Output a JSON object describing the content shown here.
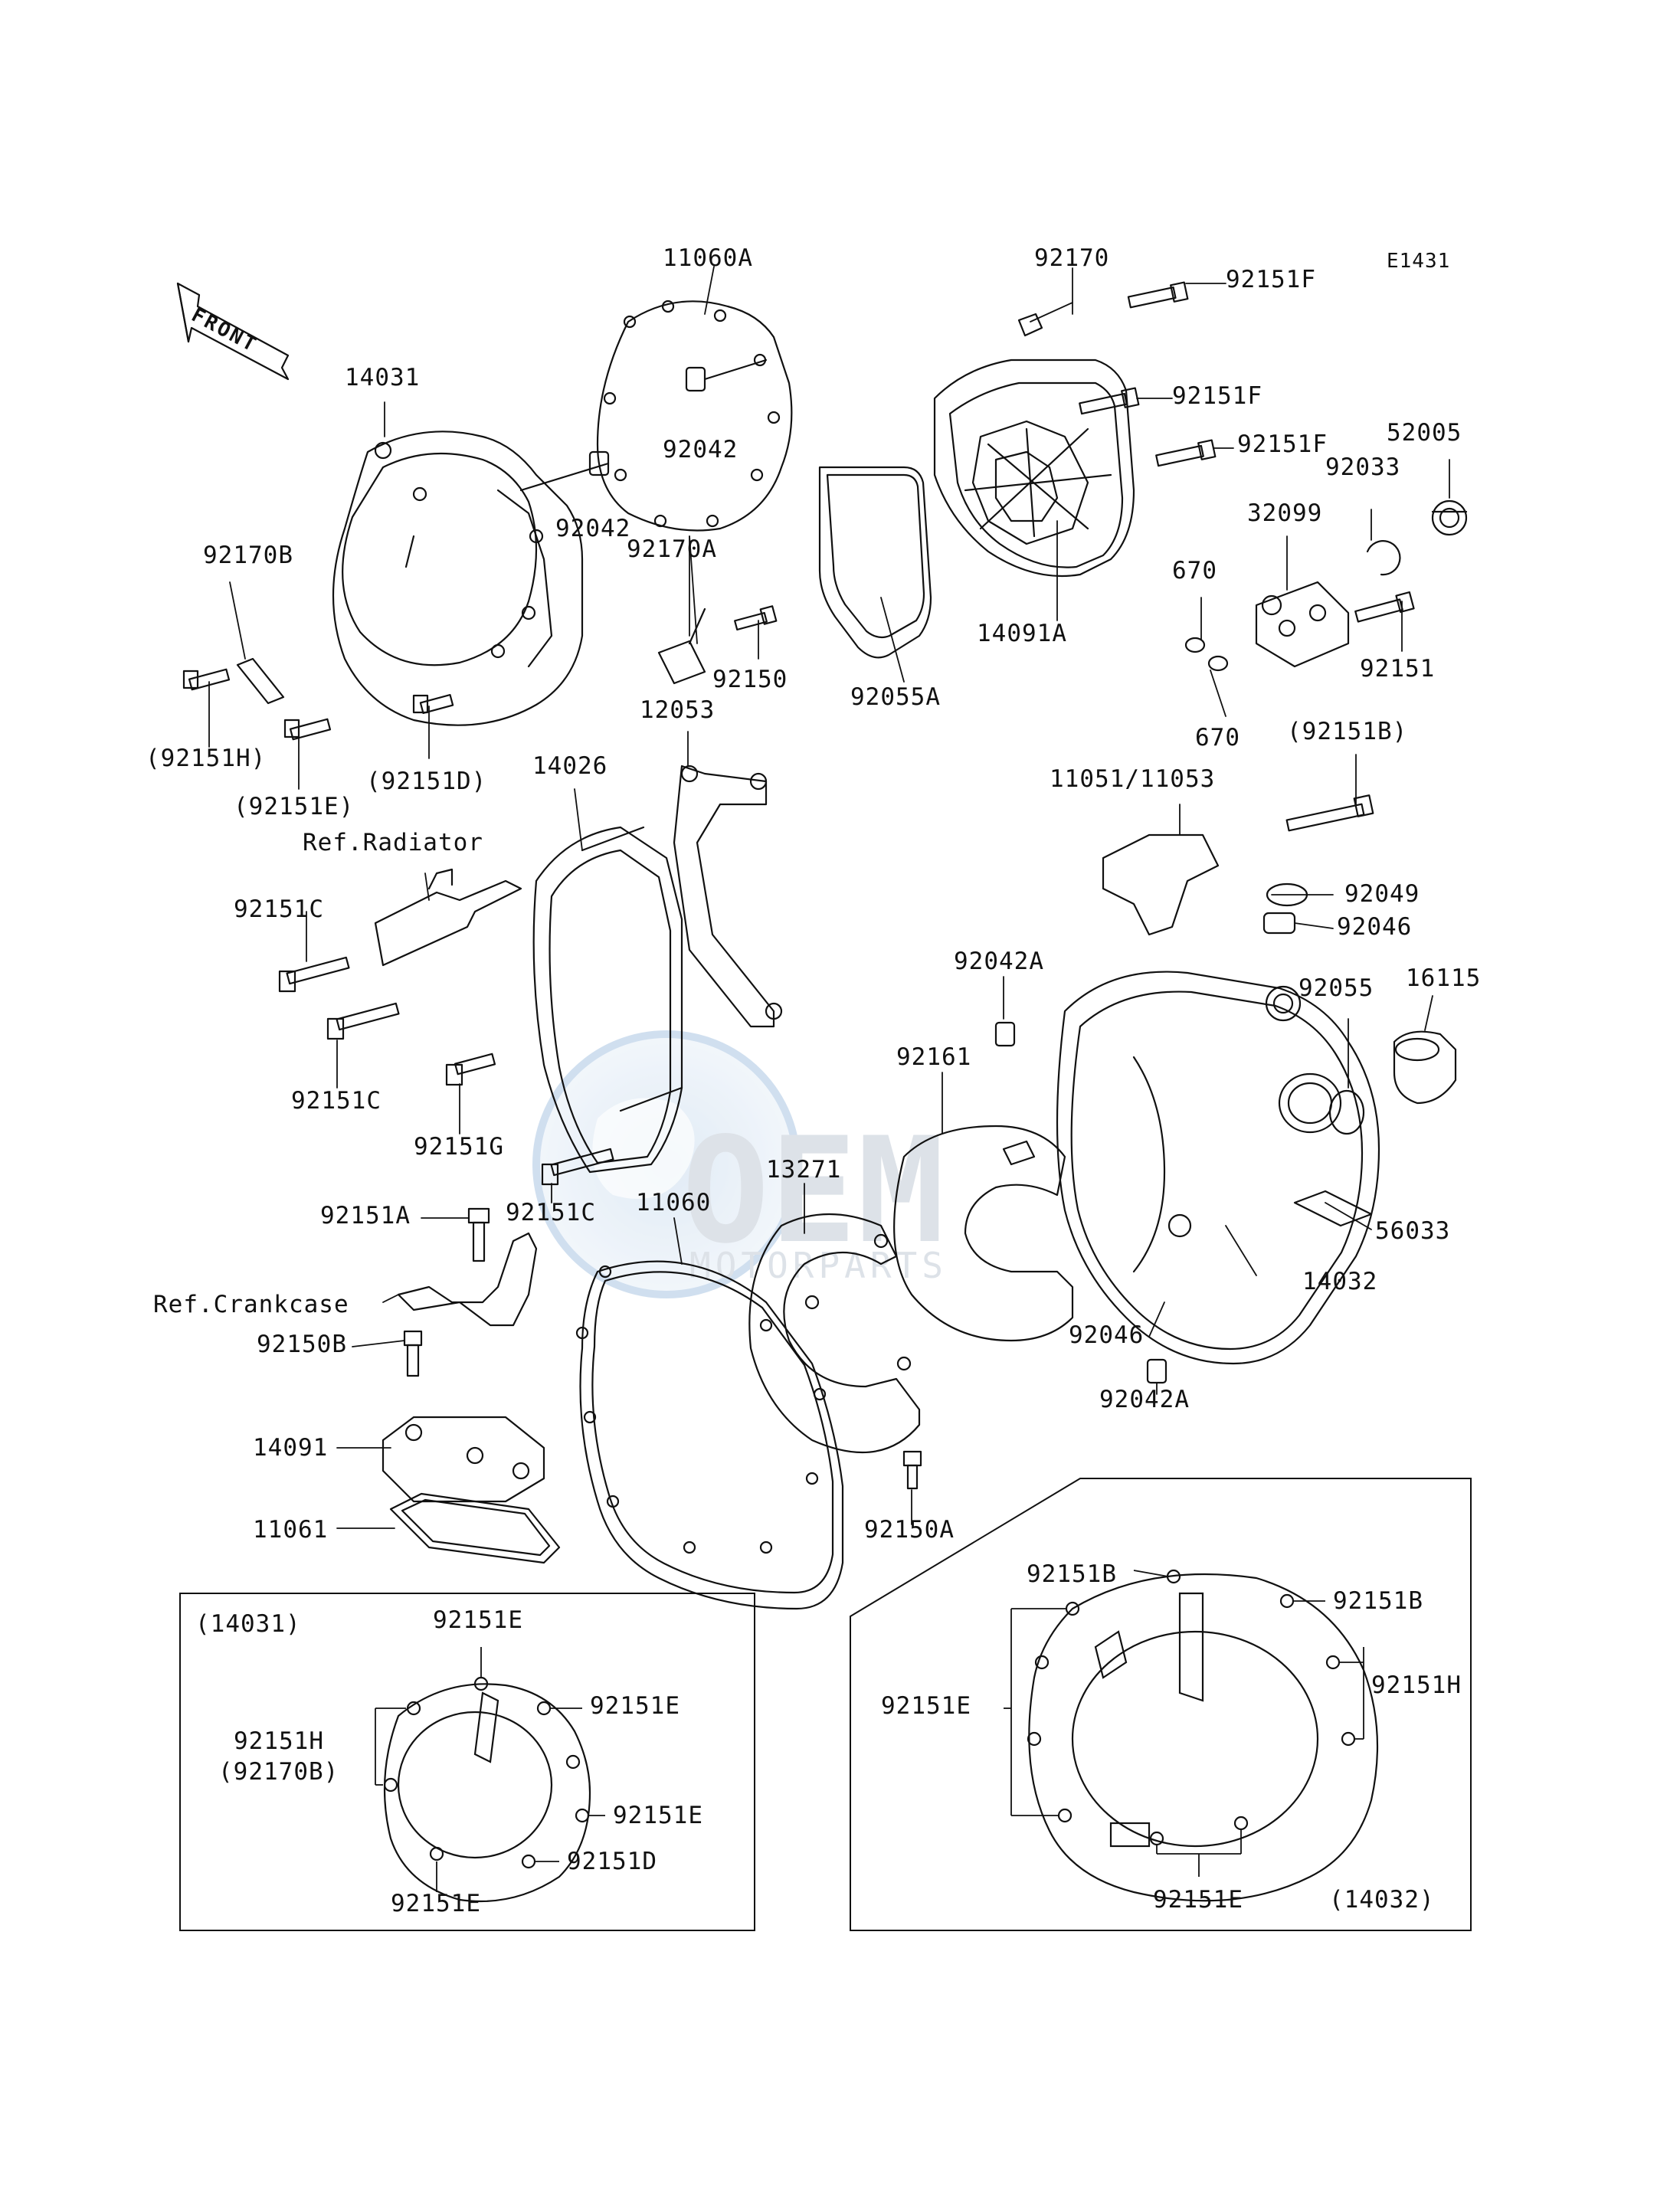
{
  "diagram_code": "E1431",
  "front_arrow_text": "FRONT",
  "watermark": {
    "line1": "OEM",
    "line2": "MOTORPARTS"
  },
  "labels": {
    "p11060a": "11060A",
    "p92170": "92170",
    "p92151f_1": "92151F",
    "p92151f_2": "92151F",
    "p92151f_3": "92151F",
    "p52005": "52005",
    "p92033": "92033",
    "p32099": "32099",
    "p670_1": "670",
    "p670_2": "670",
    "p92151": "92151",
    "p14031": "14031",
    "p92042_1": "92042",
    "p92042_2": "92042",
    "p92170b": "92170B",
    "p92170a": "92170A",
    "p92150": "92150",
    "p92055a": "92055A",
    "p14091a": "14091A",
    "p92151h": "(92151H)",
    "p92151e": "(92151E)",
    "p92151d": "(92151D)",
    "p12053": "12053",
    "p92151b_top": "(92151B)",
    "p14026": "14026",
    "p11051": "11051/11053",
    "p_ref_radiator": "Ref.Radiator",
    "p92151c_1": "92151C",
    "p92049": "92049",
    "p92046_1": "92046",
    "p92042a_1": "92042A",
    "p16115": "16115",
    "p92055": "92055",
    "p92151c_2": "92151C",
    "p92161": "92161",
    "p92151g": "92151G",
    "p13271": "13271",
    "p92151c_3": "92151C",
    "p11060": "11060",
    "p56033": "56033",
    "p92151a": "92151A",
    "p14032": "14032",
    "p_ref_crankcase": "Ref.Crankcase",
    "p92046_2": "92046",
    "p92150b": "92150B",
    "p92042a_2": "92042A",
    "p14091": "14091",
    "p11061": "11061",
    "p92150a": "92150A"
  },
  "inset_left": {
    "title": "(14031)",
    "l_top": "92151E",
    "l_r1": "92151E",
    "l_left1": "92151H",
    "l_left2": "(92170B)",
    "l_r2": "92151E",
    "l_r3": "92151D",
    "l_bottom": "92151E"
  },
  "inset_right": {
    "title": "(14032)",
    "l_tl": "92151B",
    "l_tr": "92151B",
    "l_left": "92151E",
    "l_right": "92151H",
    "l_bottom": "92151E"
  }
}
